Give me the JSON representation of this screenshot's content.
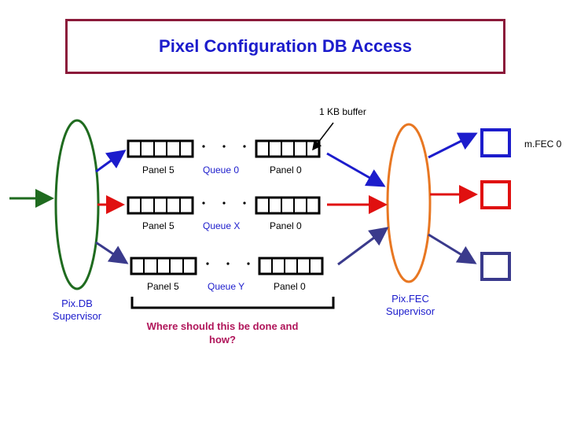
{
  "title": "Pixel Configuration DB Access",
  "buffer_note": "1 KB buffer",
  "queues": [
    {
      "left_label": "Panel 5",
      "name": "Queue 0",
      "right_label": "Panel 0"
    },
    {
      "left_label": "Panel 5",
      "name": "Queue X",
      "right_label": "Panel 0"
    },
    {
      "left_label": "Panel 5",
      "name": "Queue Y",
      "right_label": "Panel 0"
    }
  ],
  "fec_label": "m.FEC 0",
  "pixdb_supervisor": "Pix.DB Supervisor",
  "pixfec_supervisor": "Pix.FEC Supervisor",
  "question": "Where should this be done and how?",
  "colors": {
    "title_border": "#8B1A3A",
    "text_blue": "#1c1ccc",
    "question": "#b0155a",
    "db_ellipse": "#1f6b1f",
    "fec_ellipse": "#e87722",
    "arrow_blue": "#1c1ccc",
    "arrow_red": "#e01010",
    "arrow_navy": "#3a3a8c"
  }
}
